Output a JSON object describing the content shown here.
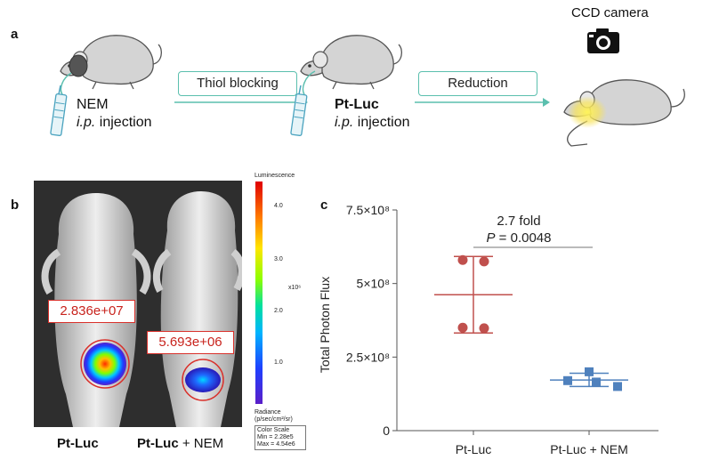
{
  "panel_a": {
    "letter": "a",
    "camera_label": "CCD camera",
    "step1_line1": "NEM",
    "step1_line2_italic": "i.p.",
    "step1_line2_rest": " injection",
    "arrow1_label": "Thiol blocking",
    "step2_line1": "Pt-Luc",
    "step2_line2_italic": "i.p.",
    "step2_line2_rest": " injection",
    "arrow2_label": "Reduction"
  },
  "panel_b": {
    "letter": "b",
    "roi_left": "2.836e+07",
    "roi_right": "5.693e+06",
    "caption_left": "Pt-Luc",
    "caption_right_bold": "Pt-Luc",
    "caption_right_rest": " + NEM",
    "scale_title": "Luminescence",
    "scale_ticks": [
      "4.0",
      "3.0",
      "2.0",
      "1.0"
    ],
    "scale_exponent": "x10⁶",
    "scale_unit_line1": "Radiance",
    "scale_unit_line2": "(p/sec/cm²/sr)",
    "color_scale_line1": "Color Scale",
    "color_scale_line2": "Min = 2.28e5",
    "color_scale_line3": "Max = 4.54e6"
  },
  "panel_c": {
    "letter": "c",
    "annotation_fold": "2.7 fold",
    "annotation_p_italic": "P",
    "annotation_p_rest": " = 0.0048"
  },
  "chart_data": {
    "type": "scatter",
    "ylabel": "Total Photon Flux",
    "ylim": [
      0,
      750000000
    ],
    "yticks": [
      {
        "value": 0,
        "label": "0"
      },
      {
        "value": 250000000,
        "label": "2.5×10⁸"
      },
      {
        "value": 500000000,
        "label": "5×10⁸"
      },
      {
        "value": 750000000,
        "label": "7.5×10⁸"
      }
    ],
    "categories": [
      "Pt-Luc",
      "Pt-Luc + NEM"
    ],
    "series": [
      {
        "category": "Pt-Luc",
        "marker": "circle",
        "color": "#c0504d",
        "values": [
          580000000,
          575000000,
          350000000,
          348000000
        ],
        "mean": 462000000,
        "error_low": 332000000,
        "error_high": 592000000
      },
      {
        "category": "Pt-Luc + NEM",
        "marker": "square",
        "color": "#4f81bd",
        "values": [
          200000000,
          170000000,
          165000000,
          150000000
        ],
        "mean": 172000000,
        "error_low": 150000000,
        "error_high": 195000000
      }
    ]
  },
  "colors": {
    "accent_teal": "#5bbfae",
    "roi_red": "#d9312b"
  }
}
